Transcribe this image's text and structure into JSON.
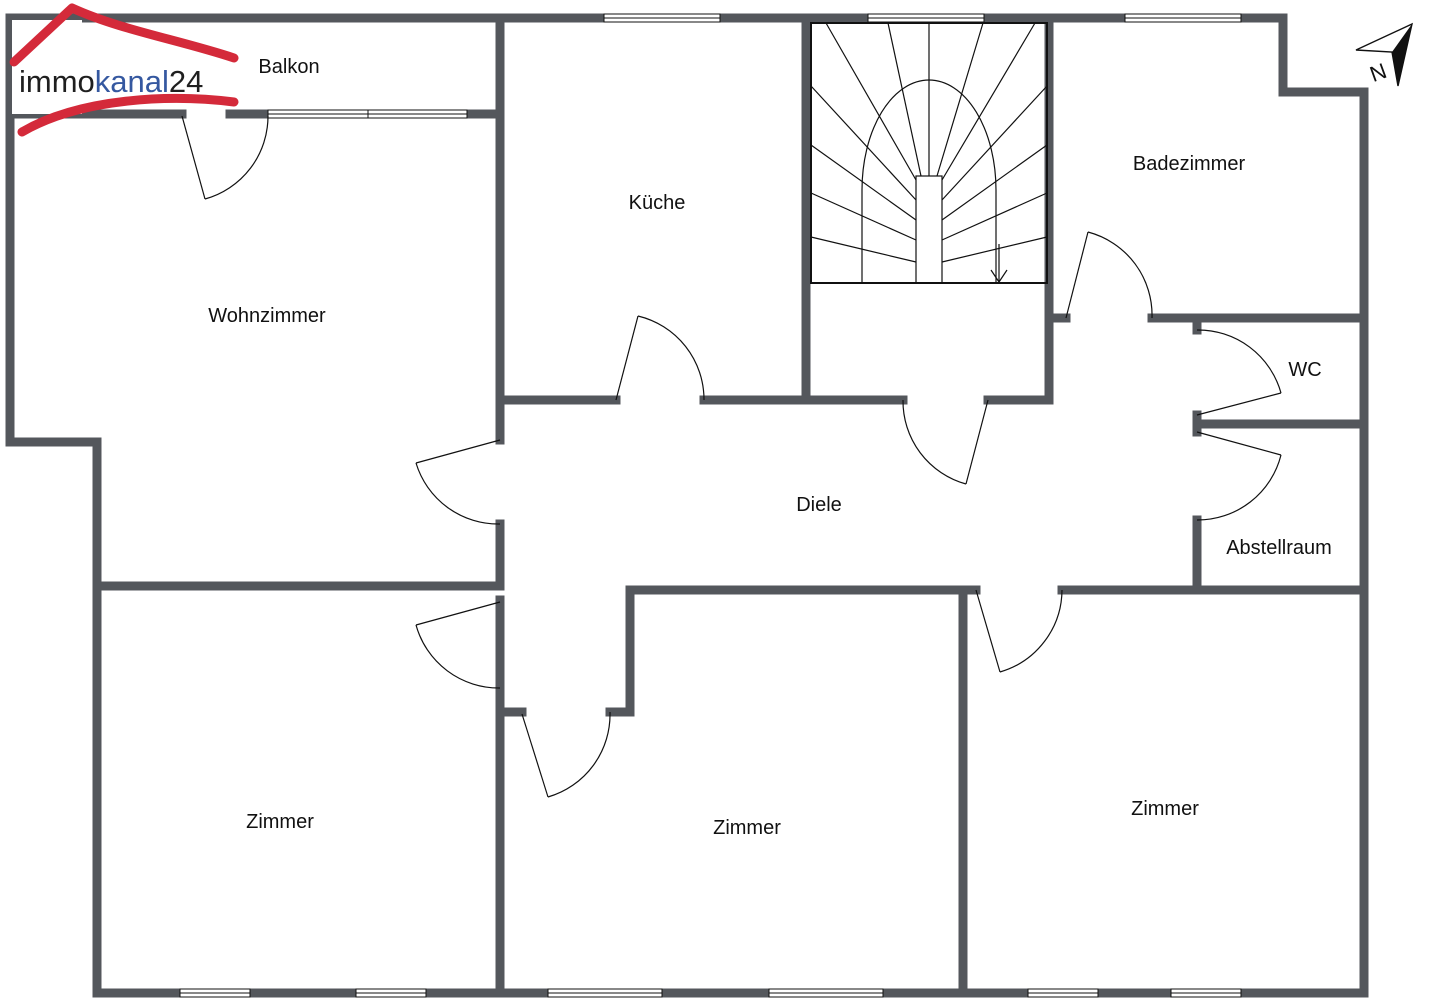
{
  "logo": {
    "part1": "immo",
    "part2": "kanal",
    "part3": "24",
    "colors": {
      "text_dark": "#1f1f1f",
      "text_blue": "#3558a0",
      "arc_red": "#d42a3a"
    }
  },
  "compass": {
    "label": "N",
    "icon": "north-arrow-icon"
  },
  "colors": {
    "wall": "#54575c",
    "line": "#111111",
    "window": "#ffffff"
  },
  "rooms": {
    "balkon": "Balkon",
    "wohnzimmer": "Wohnzimmer",
    "kueche": "Küche",
    "badezimmer": "Badezimmer",
    "wc": "WC",
    "diele": "Diele",
    "abstellraum": "Abstellraum",
    "zimmer_left": "Zimmer",
    "zimmer_middle": "Zimmer",
    "zimmer_right": "Zimmer"
  }
}
